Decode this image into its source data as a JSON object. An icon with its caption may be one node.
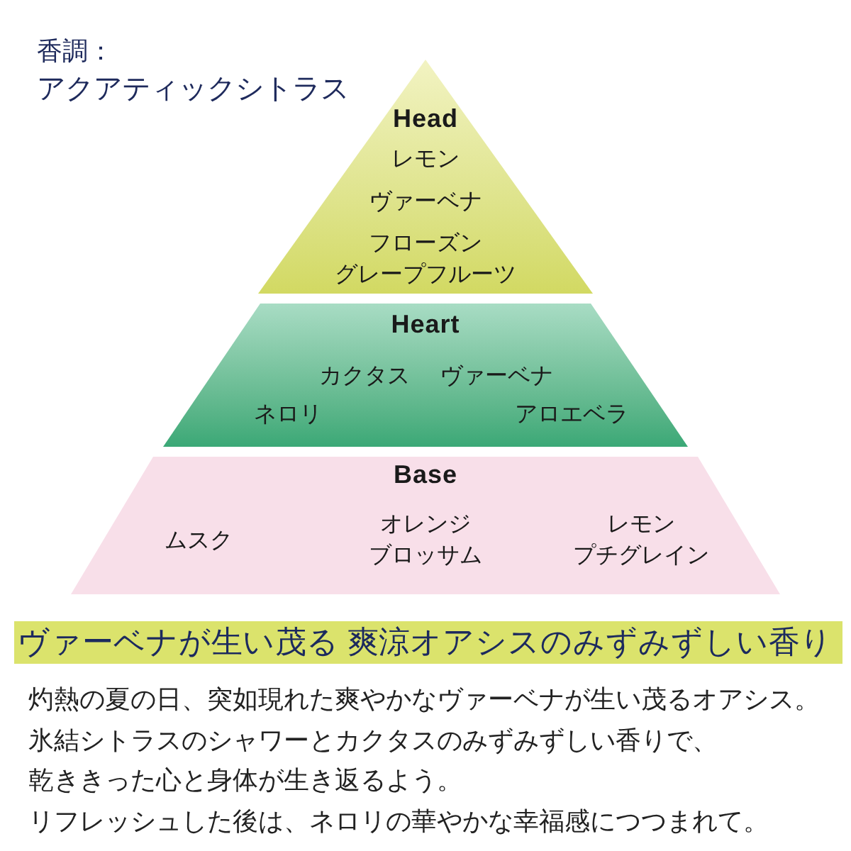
{
  "diagram": {
    "nodes": [
      {
        "text": [
          "Head",
          "レモン",
          "ヴァーベナ",
          "フローズングレープフルーツ"
        ]
      },
      {
        "text": [
          "Heart",
          "カクタス",
          "ヴァーベナ",
          "ネロリ",
          "アロエベラ"
        ]
      },
      {
        "text": [
          "Base",
          "ムスク",
          "オレンジブロッサム",
          "レモンプチグレイン"
        ]
      }
    ],
    "edges": [],
    "labels": [
      "香調：",
      "アクアティックシトラス",
      "ヴァーベナが生い茂る 爽涼オアシスのみずみずしい香り",
      "灼熱の夏の日、突如現れた爽やかなヴァーベナが生い茂るオアシス。",
      "氷結シトラスのシャワーとカクタスのみずみずしい香りで、",
      "乾ききった心と身体が生き返るよう。",
      "リフレッシュした後は、ネロリの華やかな幸福感につつまれて。"
    ]
  }
}
